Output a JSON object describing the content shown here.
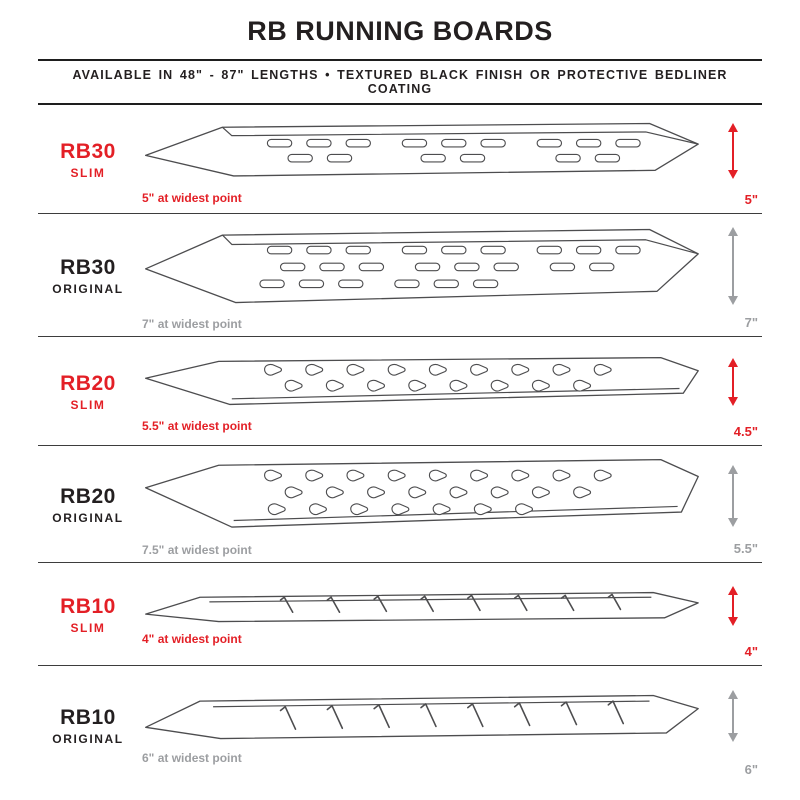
{
  "header": {
    "title": "RB RUNNING BOARDS",
    "subtitle": "AVAILABLE IN 48\" - 87\" LENGTHS • TEXTURED BLACK FINISH OR PROTECTIVE BEDLINER COATING"
  },
  "colors": {
    "accent_red": "#e31f26",
    "muted_gray": "#9c9ea1",
    "ink": "#231f20",
    "drawing_line": "#4d4d4f"
  },
  "boards": [
    {
      "model": "RB30",
      "variant": "SLIM",
      "width_note": "5\" at widest point",
      "height_label": "5\"",
      "hole_style": "oval-slots",
      "accent": "red"
    },
    {
      "model": "RB30",
      "variant": "ORIGINAL",
      "width_note": "7\" at widest point",
      "height_label": "7\"",
      "hole_style": "oval-slots",
      "accent": "gray"
    },
    {
      "model": "RB20",
      "variant": "SLIM",
      "width_note": "5.5\" at widest point",
      "height_label": "4.5\"",
      "hole_style": "teardrops",
      "accent": "red"
    },
    {
      "model": "RB20",
      "variant": "ORIGINAL",
      "width_note": "7.5\" at widest point",
      "height_label": "5.5\"",
      "hole_style": "teardrops",
      "accent": "gray"
    },
    {
      "model": "RB10",
      "variant": "SLIM",
      "width_note": "4\" at widest point",
      "height_label": "4\"",
      "hole_style": "hash-marks",
      "accent": "red"
    },
    {
      "model": "RB10",
      "variant": "ORIGINAL",
      "width_note": "6\" at widest point",
      "height_label": "6\"",
      "hole_style": "hash-marks",
      "accent": "gray"
    }
  ]
}
